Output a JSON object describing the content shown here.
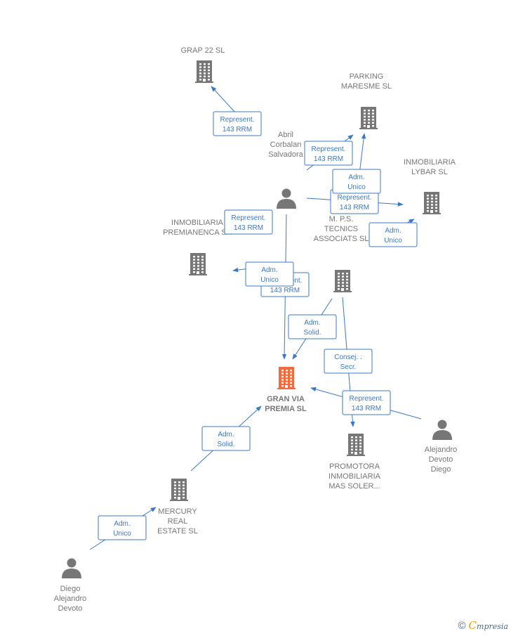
{
  "nodes": [
    {
      "id": "grap22",
      "type": "company",
      "label": [
        "GRAP 22  SL"
      ]
    },
    {
      "id": "parking",
      "type": "company",
      "label": [
        "PARKING",
        "MARESME  SL"
      ]
    },
    {
      "id": "abril",
      "type": "person",
      "label": [
        "Abril",
        "Corbalan",
        "Salvadora"
      ]
    },
    {
      "id": "lybar",
      "type": "company",
      "label": [
        "INMOBILIARIA",
        "LYBAR  SL"
      ]
    },
    {
      "id": "premianenca",
      "type": "company",
      "label": [
        "INMOBILIARIA",
        "PREMIANENCA SA"
      ]
    },
    {
      "id": "mps",
      "type": "company",
      "label": [
        "M. P.S.",
        "TECNICS",
        "ASSOCIATS  SL"
      ]
    },
    {
      "id": "granvia",
      "type": "company",
      "main": true,
      "label": [
        "GRAN VIA",
        "PREMIA  SL"
      ]
    },
    {
      "id": "promotora",
      "type": "company",
      "label": [
        "PROMOTORA",
        "INMOBILIARIA",
        "MAS SOLER..."
      ]
    },
    {
      "id": "alejandro",
      "type": "person",
      "label": [
        "Alejandro",
        "Devoto",
        "Diego"
      ]
    },
    {
      "id": "mercury",
      "type": "company",
      "label": [
        "MERCURY",
        "REAL",
        "ESTATE  SL"
      ]
    },
    {
      "id": "diego",
      "type": "person",
      "label": [
        "Diego",
        "Alejandro",
        "Devoto"
      ]
    }
  ],
  "edges": [
    {
      "from": "abril",
      "to": "grap22",
      "label": [
        "Represent.",
        "143 RRM"
      ]
    },
    {
      "from": "abril",
      "to": "parking",
      "label": [
        "Represent.",
        "143 RRM"
      ]
    },
    {
      "from": "abril",
      "to": "lybar",
      "label": [
        "Represent.",
        "143 RRM"
      ]
    },
    {
      "from": "abril",
      "to": "premianenca",
      "label": [
        "Represent.",
        "143 RRM"
      ]
    },
    {
      "from": "abril",
      "to": "granvia",
      "label": [
        "Represent.",
        "143 RRM"
      ]
    },
    {
      "from": "mps",
      "to": "parking",
      "label": [
        "Adm.",
        "Unico"
      ]
    },
    {
      "from": "mps",
      "to": "lybar",
      "label": [
        "Adm.",
        "Unico"
      ]
    },
    {
      "from": "mps",
      "to": "premianenca",
      "label": [
        "Adm.",
        "Unico"
      ]
    },
    {
      "from": "mps",
      "to": "granvia",
      "label": [
        "Adm.",
        "Solid."
      ]
    },
    {
      "from": "mps",
      "to": "promotora",
      "label": [
        "Consej. .",
        "Secr."
      ]
    },
    {
      "from": "alejandro",
      "to": "granvia",
      "label": [
        "Represent.",
        "143 RRM"
      ]
    },
    {
      "from": "mercury",
      "to": "granvia",
      "label": [
        "Adm.",
        "Solid."
      ]
    },
    {
      "from": "diego",
      "to": "mercury",
      "label": [
        "Adm.",
        "Unico"
      ]
    }
  ],
  "colors": {
    "edge": "#3a78c6",
    "node": "#777777",
    "main": "#f26a3d"
  },
  "footer": {
    "copyright": "©",
    "brand_initial": "C",
    "brand_rest": "mpresia"
  }
}
